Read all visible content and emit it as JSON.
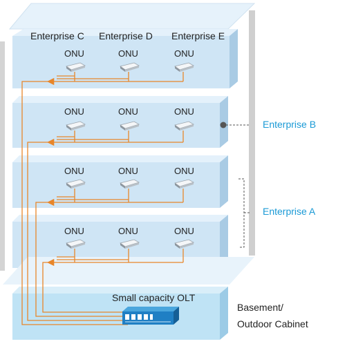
{
  "floor_labels": {
    "top": [
      "Enterprise C",
      "Enterprise D",
      "Enterprise E"
    ]
  },
  "onu_label": "ONU",
  "side_labels": {
    "enterprise_b": "Enterprise B",
    "enterprise_a": "Enterprise A"
  },
  "olt_label": "Small capacity OLT",
  "basement_label_line1": "Basement/",
  "basement_label_line2": "Outdoor Cabinet",
  "colors": {
    "floor_face": "#cfe5f5",
    "floor_top": "#e4f1fb",
    "floor_side": "#a9cbe4",
    "fiber": "#e8862a",
    "enterprise_text": "#1a9ad6",
    "pillar": "#cfcfcf",
    "olt": "#1f7fc4"
  }
}
